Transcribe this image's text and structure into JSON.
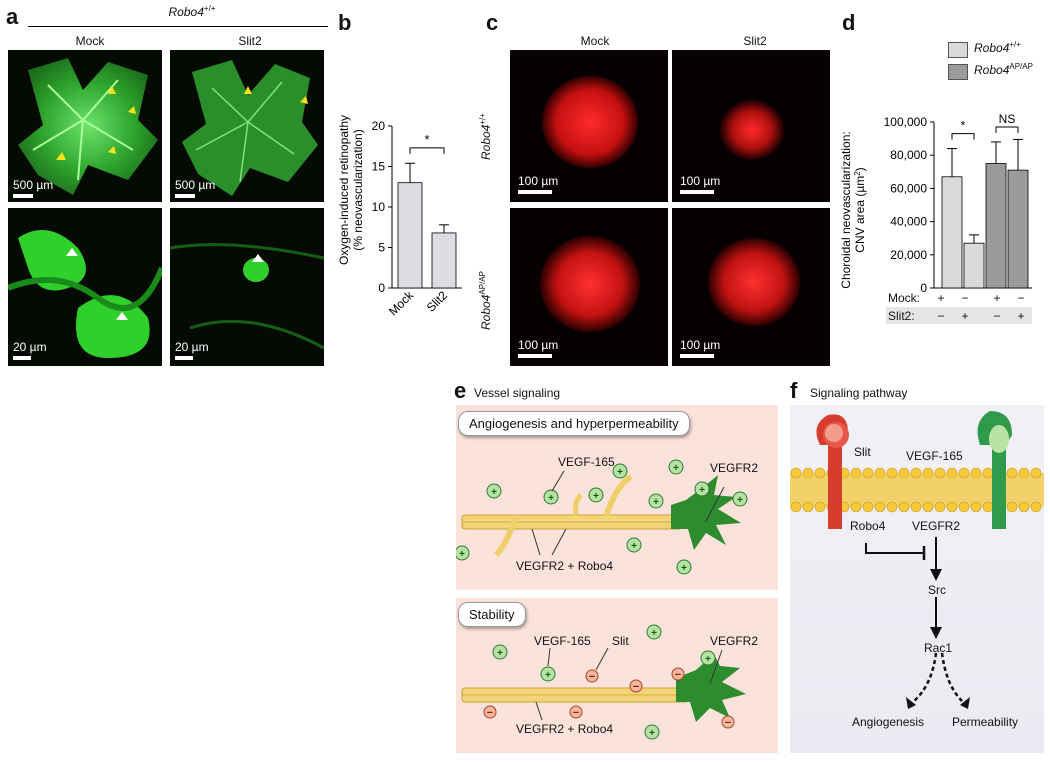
{
  "figure": {
    "panel_a": {
      "letter": "a",
      "genotype_prefix": "Robo4",
      "genotype_sup": "+/+",
      "col_labels": [
        "Mock",
        "Slit2"
      ],
      "scalebars": {
        "top": "500 µm",
        "bottom": "20 µm"
      }
    },
    "panel_b": {
      "letter": "b",
      "ylabel_line1": "Oxygen-induced retinopathy",
      "ylabel_line2": "(% neovascularization)",
      "significance": "*"
    },
    "panel_c": {
      "letter": "c",
      "col_labels": [
        "Mock",
        "Slit2"
      ],
      "row_labels": [
        {
          "prefix": "Robo4",
          "sup": "+/+"
        },
        {
          "prefix": "Robo4",
          "sup": "AP/AP"
        }
      ],
      "scalebar": "100 µm"
    },
    "panel_d": {
      "letter": "d",
      "ylabel_line1": "Choroidal neovascularization:",
      "ylabel_line2": "CNV area (µm",
      "ylabel_sup": "2",
      "ylabel_end": ")",
      "legend": [
        {
          "prefix": "Robo4",
          "sup": "+/+",
          "color": "#d9dadc"
        },
        {
          "prefix": "Robo4",
          "sup": "AP/AP",
          "color": "#9a9b9d"
        }
      ],
      "significance": [
        "*",
        "NS"
      ],
      "mock_label": "Mock:",
      "slit_label": "Slit2:",
      "mock_signs": [
        "+",
        "−",
        "+",
        "−"
      ],
      "slit_signs": [
        "−",
        "+",
        "−",
        "+"
      ]
    },
    "panel_e": {
      "letter": "e",
      "title": "Vessel signaling",
      "box1_title": "Angiogenesis and hyperpermeability",
      "box2_title": "Stability",
      "vegf": "VEGF-165",
      "vegfr2": "VEGFR2",
      "vegfr2_robo4": "VEGFR2 + Robo4",
      "slit": "Slit"
    },
    "panel_f": {
      "letter": "f",
      "title": "Signaling pathway",
      "slit": "Slit",
      "vegf": "VEGF-165",
      "robo4": "Robo4",
      "vegfr2": "VEGFR2",
      "src": "Src",
      "rac1": "Rac1",
      "angiogenesis": "Angiogenesis",
      "permeability": "Permeability"
    }
  },
  "chart_data": [
    {
      "type": "bar",
      "panel": "b",
      "categories": [
        "Mock",
        "Slit2"
      ],
      "values": [
        13.0,
        6.8
      ],
      "errors": [
        2.4,
        1.0
      ],
      "ylim": [
        0,
        20
      ],
      "yticks": [
        "0",
        "5",
        "10",
        "15",
        "20"
      ],
      "bar_color": "#dcdde0"
    },
    {
      "type": "bar",
      "panel": "d",
      "categories": [
        "Mock",
        "Slit2",
        "Mock",
        "Slit2"
      ],
      "series": [
        {
          "values": [
            67000,
            27000
          ],
          "errors": [
            17000,
            5000
          ],
          "color": "#d9dadc"
        },
        {
          "values": [
            75000,
            71000
          ],
          "errors": [
            13000,
            18500
          ],
          "color": "#9a9b9d"
        }
      ],
      "ylim": [
        0,
        100000
      ],
      "yticks": [
        "0",
        "20,000",
        "40,000",
        "60,000",
        "80,000",
        "100,000"
      ]
    }
  ]
}
